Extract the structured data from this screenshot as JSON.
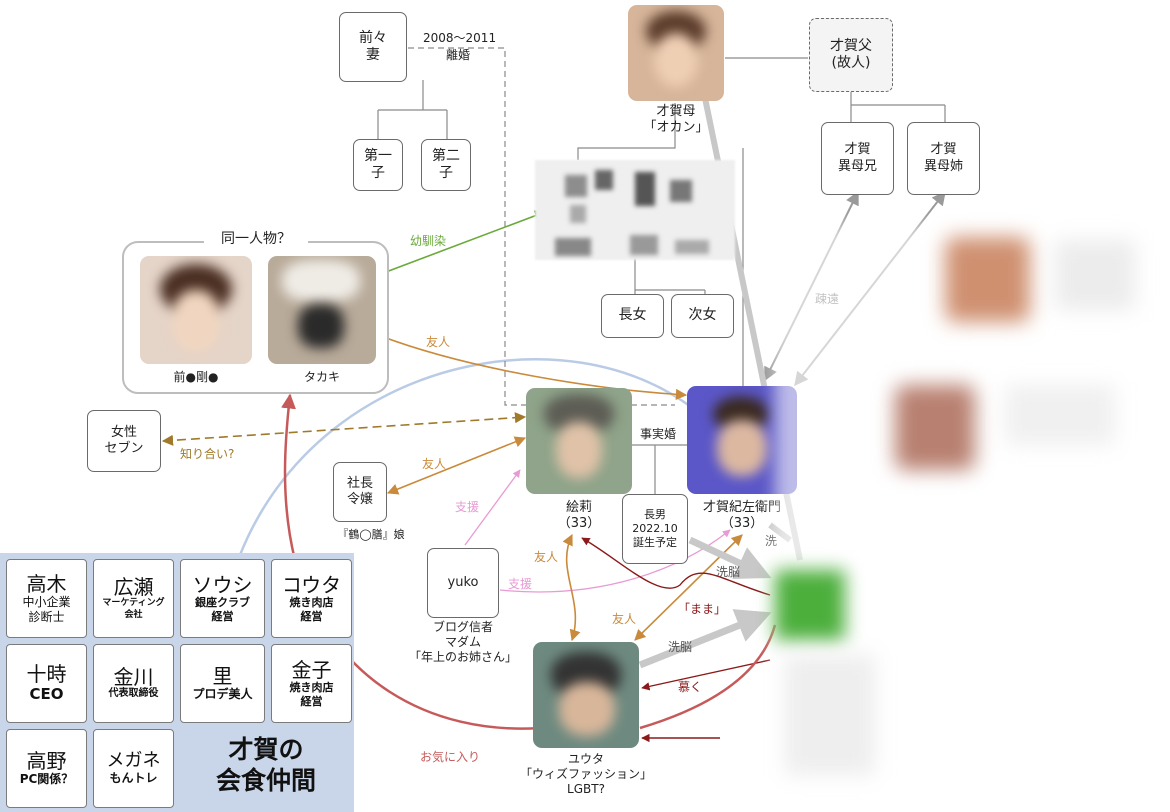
{
  "colors": {
    "gray": "#9a9a9a",
    "green": "#6aaa3a",
    "orange": "#c98a3b",
    "brown_dash": "#a07a2a",
    "pink": "#e79bd4",
    "red": "#c65a5a",
    "dark_red": "#8b1a1a",
    "light_blue": "#b9cbe5",
    "light_gray_arrow": "#c8c8c8",
    "panel_bg": "#c9d6ea"
  },
  "nodes": {
    "ex_ex_wife": "前々\n妻",
    "first_child": "第一\n子",
    "second_child": "第二\n子",
    "saiga_father": "才賀父\n(故人)",
    "saiga_mother": "才賀母\n「オカン」",
    "half_brother": "才賀\n異母兄",
    "half_sister": "才賀\n異母姉",
    "eldest_daughter": "長女",
    "second_daughter": "次女",
    "same_person_title": "同一人物？",
    "maeda": "前●剛●",
    "takaki": "タカキ",
    "female_seven": "女性\nセブン",
    "president_daughter": "社長\n令嬢",
    "president_daughter_note": "『鶴◯膳』娘",
    "eri": "絵莉\n（33）",
    "saiga_kizaemon": "才賀紀左衛門\n（33）",
    "eldest_son": "長男\n2022.10\n誕生予定",
    "yuko": "yuko",
    "yuko_note": "ブログ信者\nマダム\n「年上のお姉さん」",
    "yuta": "ユウタ\n「ウィズファッション」\nLGBT?"
  },
  "edges": {
    "marriage_years": "2008～2011",
    "divorce": "離婚",
    "childhood_friend": "幼馴染",
    "estranged": "疎遠",
    "friend_takaki": "友人",
    "acquaintance": "知り合い?",
    "friend_eri": "友人",
    "support_1": "支援",
    "support_2": "支援",
    "common_law_marriage": "事実婚",
    "friend_yuta_eri": "友人",
    "friend_yuta_saiga": "友人",
    "mama": "「まま」",
    "brainwash_1": "洗脳",
    "brainwash_2": "洗脳",
    "brainwash_3": "洗",
    "favorite": "お気に入り",
    "serve": "慕く"
  },
  "dining_group": {
    "title": "才賀の\n会食仲間",
    "members": [
      {
        "name": "高木",
        "role": "中小企業\n診断士"
      },
      {
        "name": "広瀬",
        "role": "マーケティング\n会社"
      },
      {
        "name": "ソウシ",
        "role": "銀座クラブ\n経営"
      },
      {
        "name": "コウタ",
        "role": "焼き肉店\n経営"
      },
      {
        "name": "十時",
        "role": "CEO"
      },
      {
        "name": "金川",
        "role": "代表取締役"
      },
      {
        "name": "里",
        "role": "プロデ美人"
      },
      {
        "name": "金子",
        "role": "焼き肉店\n経営"
      },
      {
        "name": "高野",
        "role": "PC関係？"
      },
      {
        "name": "メガネ",
        "role": "もんトレ"
      }
    ]
  }
}
